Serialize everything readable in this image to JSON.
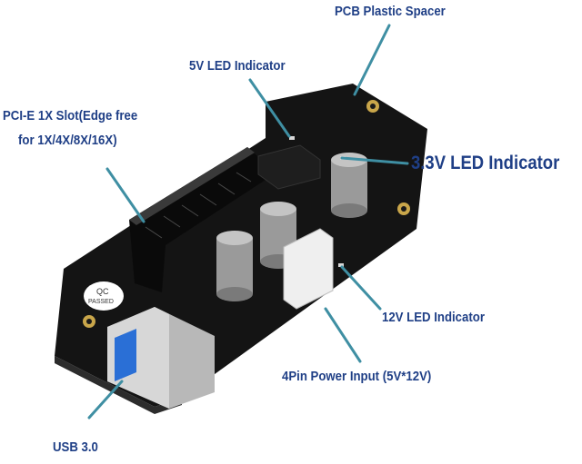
{
  "labels": {
    "pcb_spacer": "PCB Plastic Spacer",
    "led_5v": "5V LED Indicator",
    "pcie_slot_line1": "PCI-E 1X  Slot(Edge free",
    "pcie_slot_line2": "for 1X/4X/8X/16X)",
    "led_33v": "3.3V LED Indicator",
    "led_12v": "12V LED Indicator",
    "power_input": "4Pin Power Input (5V*12V)",
    "usb": "USB 3.0"
  },
  "board": {
    "qc_line1": "QC",
    "qc_line2": "PASSED"
  },
  "colors": {
    "label_text": "#1f3f86",
    "pointer_line": "#3f8fa3",
    "pcb": "#121212",
    "usb_insert": "#2a6fd6"
  }
}
